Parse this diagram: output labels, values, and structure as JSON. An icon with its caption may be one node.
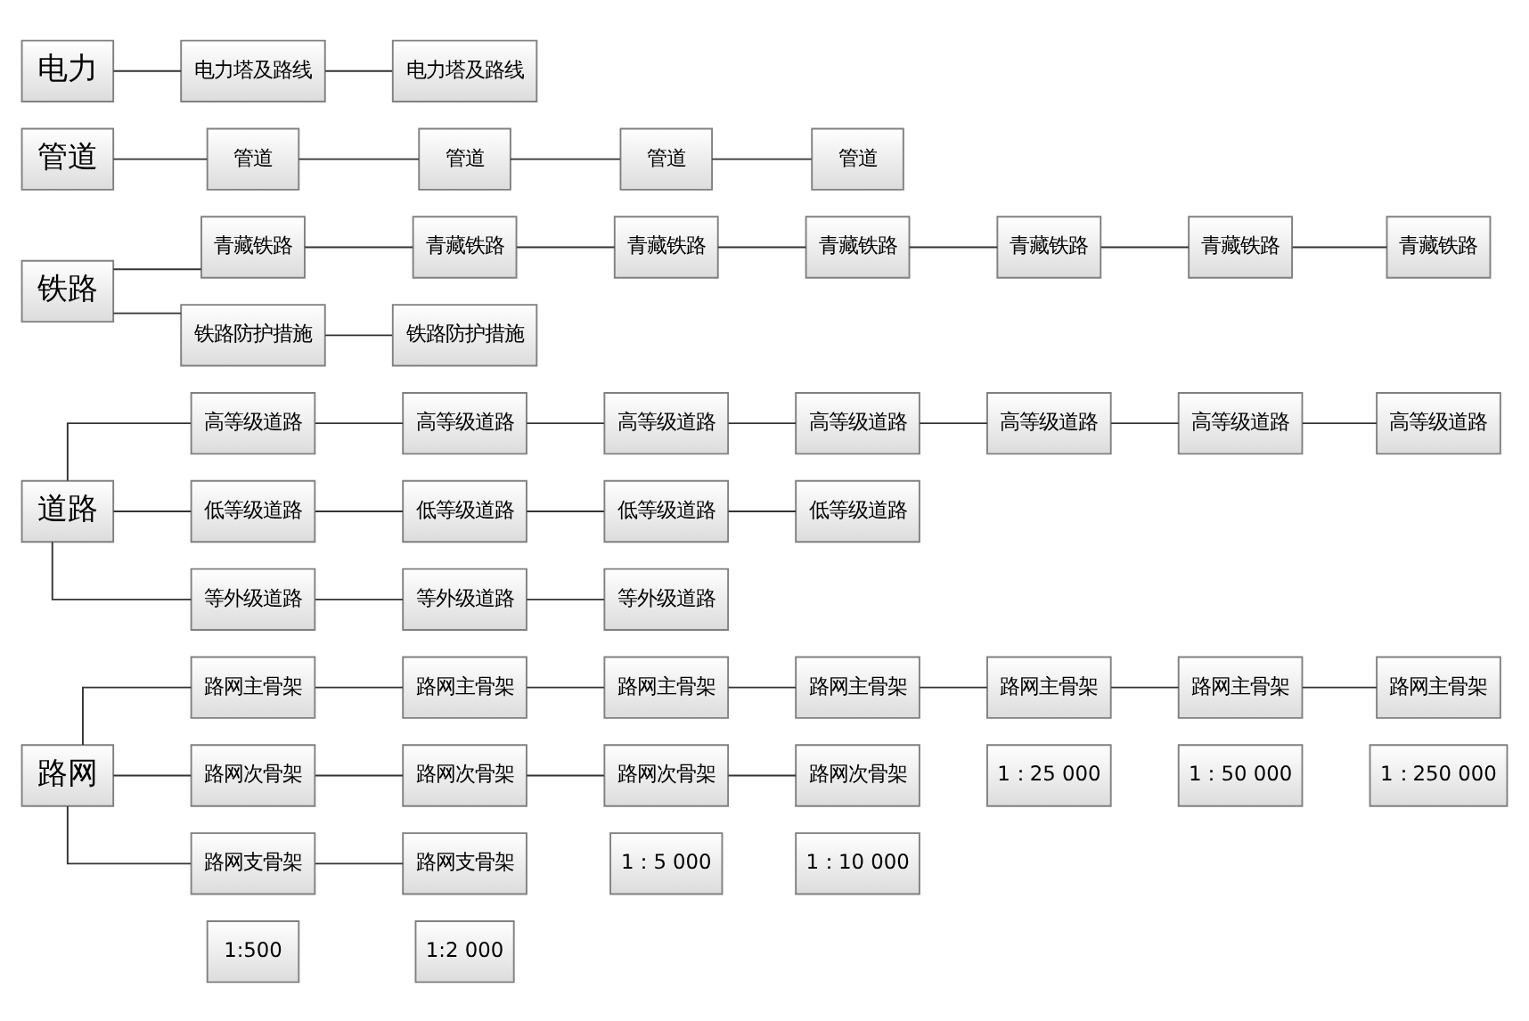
{
  "diagram": {
    "nodes": [
      {
        "text": [
          "1:500"
        ]
      },
      {
        "text": [
          "1:2 000"
        ]
      },
      {
        "text": [
          "1：5 000"
        ]
      },
      {
        "text": [
          "1：10 000"
        ]
      },
      {
        "text": [
          "1：25 000"
        ]
      },
      {
        "text": [
          "1：50 000"
        ]
      },
      {
        "text": [
          "1：250 000"
        ]
      },
      {
        "text": [
          "路网"
        ]
      },
      {
        "text": [
          "路网主骨架"
        ]
      },
      {
        "text": [
          "路网主骨架"
        ]
      },
      {
        "text": [
          "路网主骨架"
        ]
      },
      {
        "text": [
          "路网主骨架"
        ]
      },
      {
        "text": [
          "路网主骨架"
        ]
      },
      {
        "text": [
          "路网主骨架"
        ]
      },
      {
        "text": [
          "路网主骨架"
        ]
      },
      {
        "text": [
          "路网次骨架"
        ]
      },
      {
        "text": [
          "路网次骨架"
        ]
      },
      {
        "text": [
          "路网次骨架"
        ]
      },
      {
        "text": [
          "路网次骨架"
        ]
      },
      {
        "text": [
          "路网支骨架"
        ]
      },
      {
        "text": [
          "路网支骨架"
        ]
      },
      {
        "text": [
          "道路"
        ]
      },
      {
        "text": [
          "高等级道路"
        ]
      },
      {
        "text": [
          "高等级道路"
        ]
      },
      {
        "text": [
          "高等级道路"
        ]
      },
      {
        "text": [
          "高等级道路"
        ]
      },
      {
        "text": [
          "高等级道路"
        ]
      },
      {
        "text": [
          "高等级道路"
        ]
      },
      {
        "text": [
          "高等级道路"
        ]
      },
      {
        "text": [
          "低等级道路"
        ]
      },
      {
        "text": [
          "低等级道路"
        ]
      },
      {
        "text": [
          "低等级道路"
        ]
      },
      {
        "text": [
          "低等级道路"
        ]
      },
      {
        "text": [
          "等外级道路"
        ]
      },
      {
        "text": [
          "等外级道路"
        ]
      },
      {
        "text": [
          "等外级道路"
        ]
      },
      {
        "text": [
          "铁路"
        ]
      },
      {
        "text": [
          "青藏铁路"
        ]
      },
      {
        "text": [
          "青藏铁路"
        ]
      },
      {
        "text": [
          "青藏铁路"
        ]
      },
      {
        "text": [
          "青藏铁路"
        ]
      },
      {
        "text": [
          "青藏铁路"
        ]
      },
      {
        "text": [
          "青藏铁路"
        ]
      },
      {
        "text": [
          "青藏铁路"
        ]
      },
      {
        "text": [
          "铁路防护措施"
        ]
      },
      {
        "text": [
          "铁路防护措施"
        ]
      },
      {
        "text": [
          "管道"
        ]
      },
      {
        "text": [
          "管道"
        ]
      },
      {
        "text": [
          "管道"
        ]
      },
      {
        "text": [
          "管道"
        ]
      },
      {
        "text": [
          "管道"
        ]
      },
      {
        "text": [
          "电力"
        ]
      },
      {
        "text": [
          "电力塔及路线"
        ]
      },
      {
        "text": [
          "电力塔及路线"
        ]
      }
    ],
    "edges": [
      {
        "from": 7,
        "to": 8,
        "arrow": "none"
      },
      {
        "from": 8,
        "to": 9,
        "arrow": "none"
      },
      {
        "from": 9,
        "to": 10,
        "arrow": "none"
      },
      {
        "from": 10,
        "to": 11,
        "arrow": "none"
      },
      {
        "from": 11,
        "to": 12,
        "arrow": "none"
      },
      {
        "from": 12,
        "to": 13,
        "arrow": "none"
      },
      {
        "from": 13,
        "to": 14,
        "arrow": "none"
      },
      {
        "from": 7,
        "to": 15,
        "arrow": "none"
      },
      {
        "from": 15,
        "to": 16,
        "arrow": "none"
      },
      {
        "from": 16,
        "to": 17,
        "arrow": "none"
      },
      {
        "from": 17,
        "to": 18,
        "arrow": "none"
      },
      {
        "from": 7,
        "to": 19,
        "arrow": "none"
      },
      {
        "from": 19,
        "to": 20,
        "arrow": "none"
      },
      {
        "from": 21,
        "to": 22,
        "arrow": "none"
      },
      {
        "from": 22,
        "to": 23,
        "arrow": "none"
      },
      {
        "from": 23,
        "to": 24,
        "arrow": "none"
      },
      {
        "from": 24,
        "to": 25,
        "arrow": "none"
      },
      {
        "from": 25,
        "to": 26,
        "arrow": "none"
      },
      {
        "from": 26,
        "to": 27,
        "arrow": "none"
      },
      {
        "from": 27,
        "to": 28,
        "arrow": "none"
      },
      {
        "from": 21,
        "to": 29,
        "arrow": "none"
      },
      {
        "from": 29,
        "to": 30,
        "arrow": "none"
      },
      {
        "from": 30,
        "to": 31,
        "arrow": "none"
      },
      {
        "from": 31,
        "to": 32,
        "arrow": "none"
      },
      {
        "from": 21,
        "to": 33,
        "arrow": "none"
      },
      {
        "from": 33,
        "to": 34,
        "arrow": "none"
      },
      {
        "from": 34,
        "to": 35,
        "arrow": "none"
      },
      {
        "from": 36,
        "to": 37,
        "arrow": "none"
      },
      {
        "from": 37,
        "to": 38,
        "arrow": "none"
      },
      {
        "from": 38,
        "to": 39,
        "arrow": "none"
      },
      {
        "from": 39,
        "to": 40,
        "arrow": "none"
      },
      {
        "from": 40,
        "to": 41,
        "arrow": "none"
      },
      {
        "from": 41,
        "to": 42,
        "arrow": "none"
      },
      {
        "from": 42,
        "to": 43,
        "arrow": "none"
      },
      {
        "from": 36,
        "to": 44,
        "arrow": "none"
      },
      {
        "from": 44,
        "to": 45,
        "arrow": "none"
      },
      {
        "from": 46,
        "to": 47,
        "arrow": "none"
      },
      {
        "from": 47,
        "to": 48,
        "arrow": "none"
      },
      {
        "from": 48,
        "to": 49,
        "arrow": "none"
      },
      {
        "from": 49,
        "to": 50,
        "arrow": "none"
      },
      {
        "from": 51,
        "to": 52,
        "arrow": "none"
      },
      {
        "from": 52,
        "to": 53,
        "arrow": "none"
      }
    ]
  }
}
